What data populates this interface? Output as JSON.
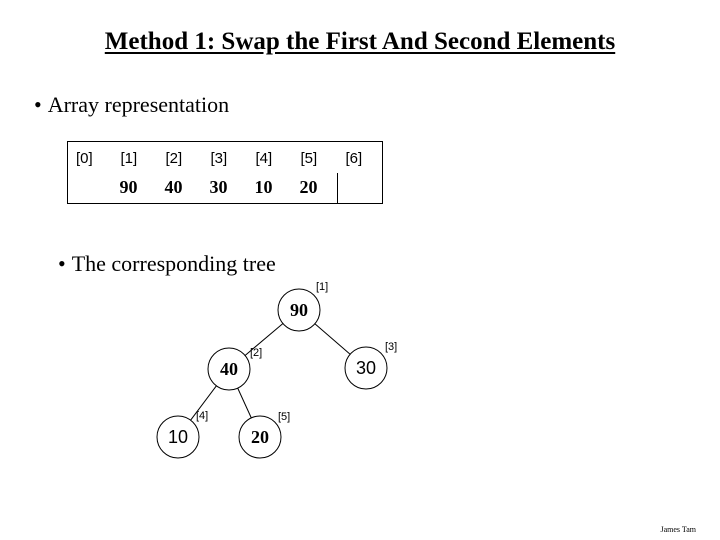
{
  "title": "Method 1: Swap the First And Second Elements",
  "bullets": {
    "array": "Array representation",
    "tree": "The corresponding tree",
    "glyph": "•"
  },
  "array": {
    "indices": [
      "[0]",
      "[1]",
      "[2]",
      "[3]",
      "[4]",
      "[5]",
      "[6]"
    ],
    "values": [
      "",
      "90",
      "40",
      "30",
      "10",
      "20",
      ""
    ]
  },
  "tree": {
    "nodes": [
      {
        "id": "n1",
        "index": "[1]",
        "value": "90",
        "style": "serif"
      },
      {
        "id": "n2",
        "index": "[2]",
        "value": "40",
        "style": "serif"
      },
      {
        "id": "n3",
        "index": "[3]",
        "value": "30",
        "style": "sans"
      },
      {
        "id": "n4",
        "index": "[4]",
        "value": "10",
        "style": "sans"
      },
      {
        "id": "n5",
        "index": "[5]",
        "value": "20",
        "style": "serif"
      }
    ],
    "edges": [
      [
        "n1",
        "n2"
      ],
      [
        "n1",
        "n3"
      ],
      [
        "n2",
        "n4"
      ],
      [
        "n2",
        "n5"
      ]
    ]
  },
  "footer": "James Tam"
}
